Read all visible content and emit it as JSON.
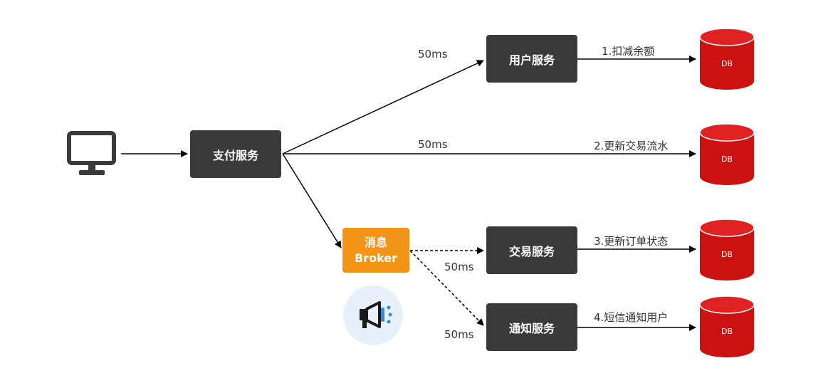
{
  "nodes": {
    "pay": "支付服务",
    "user": "用户服务",
    "trade": "交易服务",
    "notify": "通知服务",
    "broker_line1": "消息",
    "broker_line2": "Broker"
  },
  "latency": {
    "to_user": "50ms",
    "to_db2": "50ms",
    "to_trade": "50ms",
    "to_notify": "50ms"
  },
  "steps": {
    "s1": "1.扣减余额",
    "s2": "2.更新交易流水",
    "s3": "3.更新订单状态",
    "s4": "4.短信通知用户"
  },
  "db_label": "DB",
  "colors": {
    "service_box": "#3a3a3a",
    "broker": "#f39417",
    "db": "#cc1111",
    "db_top": "#e02222",
    "megaphone_bg": "#e8f0fb",
    "megaphone_accent": "#2b8de0"
  },
  "icons": {
    "client": "monitor-icon",
    "broker": "megaphone-icon",
    "database": "database-icon"
  }
}
